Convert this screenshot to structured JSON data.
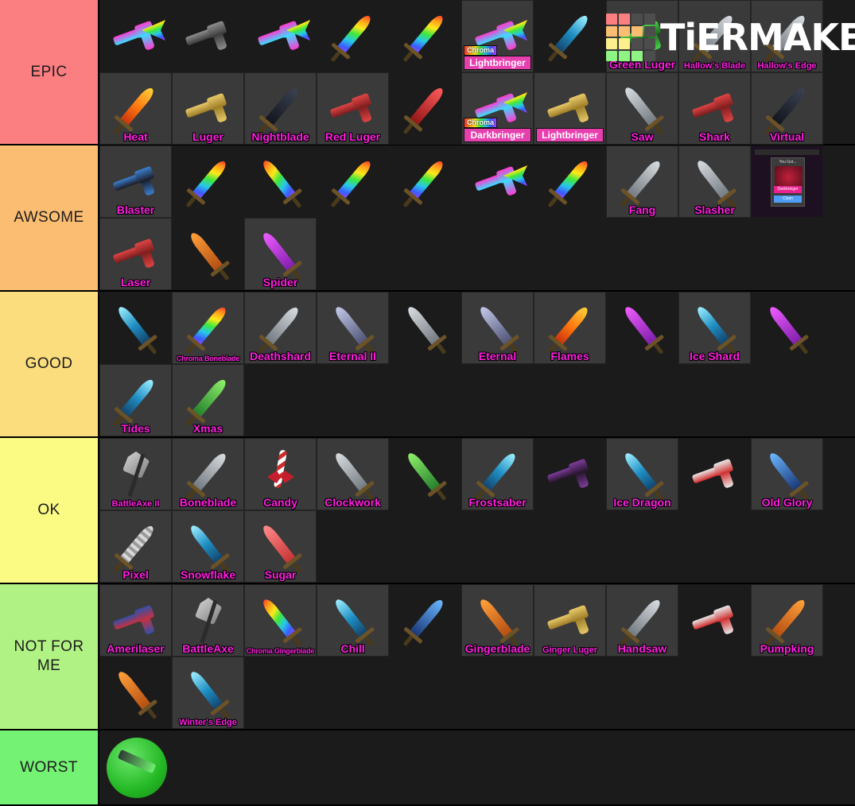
{
  "watermark": {
    "brand": "TiERMAKER",
    "grid_colors": [
      "#fb7e81",
      "#fb7e81",
      "#4d4d4d",
      "#4d4d4d",
      "#fbbd72",
      "#fbbd72",
      "#fbbd72",
      "#4d4d4d",
      "#fbf08b",
      "#fbf08b",
      "#4d4d4d",
      "#4d4d4d",
      "#8ff484",
      "#8ff484",
      "#8ff484",
      "#4d4d4d"
    ]
  },
  "label_color": "#ff1ee0",
  "tiers": [
    {
      "label": "EPIC",
      "color": "#fb7e81",
      "rows": [
        [
          {
            "name": "",
            "art": "gun-rainbow-luger"
          },
          {
            "name": "",
            "art": "gun-laser-rifle"
          },
          {
            "name": "",
            "art": "gun-rainbow-rifle"
          },
          {
            "name": "",
            "art": "blade-rainbow-dark"
          },
          {
            "name": "",
            "art": "blade-rainbow-curved"
          },
          {
            "name": "Lightbringer",
            "plate": true,
            "chroma": "Chroma",
            "art": "gun-chroma-light"
          },
          {
            "name": "",
            "art": "blade-teal"
          },
          {
            "name": "Green Luger",
            "art": "gun-green"
          },
          {
            "name": "Hallow's Blade",
            "size": "s",
            "art": "blade-hallow"
          },
          {
            "name": "Hallow's Edge",
            "size": "s",
            "art": "blade-hallow-edge"
          }
        ],
        [
          {
            "name": "Heat",
            "art": "blade-fire"
          },
          {
            "name": "Luger",
            "art": "gun-gold"
          },
          {
            "name": "Nightblade",
            "art": "blade-black"
          },
          {
            "name": "Red Luger",
            "art": "gun-red"
          },
          {
            "name": "",
            "art": "blade-red"
          },
          {
            "name": "Darkbringer",
            "plate": true,
            "chroma": "Chroma",
            "art": "gun-chroma-dark"
          },
          {
            "name": "Lightbringer",
            "plate": true,
            "art": "gun-gold-white"
          },
          {
            "name": "Saw",
            "art": "blade-saw"
          },
          {
            "name": "Shark",
            "art": "gun-shark"
          },
          {
            "name": "Virtual",
            "art": "blade-virtual"
          }
        ]
      ]
    },
    {
      "label": "AWSOME",
      "color": "#fbbd72",
      "rows": [
        [
          {
            "name": "Blaster",
            "art": "gun-blaster"
          },
          {
            "name": "",
            "art": "blade-rainbow-pink"
          },
          {
            "name": "",
            "art": "blade-spider-rainbow"
          },
          {
            "name": "",
            "art": "blade-rainbow-gold"
          },
          {
            "name": "",
            "art": "blade-rainbow-green"
          },
          {
            "name": "",
            "art": "gun-rainbow-pistol"
          },
          {
            "name": "",
            "art": "blade-rainbow-skull"
          },
          {
            "name": "Fang",
            "art": "blade-fang"
          },
          {
            "name": "Slasher",
            "art": "blade-slasher"
          },
          {
            "name": "",
            "art": "popup-darkbringer",
            "popup": {
              "title": "You Got...",
              "item": "Darkbringer",
              "button": "Claim"
            }
          }
        ],
        [
          {
            "name": "Laser",
            "art": "gun-laser-red"
          },
          {
            "name": "",
            "art": "blade-orange-pumpkin"
          },
          {
            "name": "Spider",
            "art": "blade-spider"
          }
        ]
      ]
    },
    {
      "label": "GOOD",
      "color": "#fbdd7e",
      "rows": [
        [
          {
            "name": "",
            "art": "blade-cyan-spot"
          },
          {
            "name": "Chroma Boneblade",
            "size": "xs",
            "art": "blade-bone-chroma"
          },
          {
            "name": "Deathshard",
            "art": "blade-deathshard"
          },
          {
            "name": "Eternal II",
            "art": "blade-eternal2"
          },
          {
            "name": "",
            "art": "blade-candy-cane-sword"
          },
          {
            "name": "Eternal",
            "art": "blade-eternal"
          },
          {
            "name": "Flames",
            "art": "blade-flames"
          },
          {
            "name": "",
            "art": "blade-amethyst"
          },
          {
            "name": "Ice Shard",
            "art": "blade-iceshard"
          },
          {
            "name": "",
            "art": "blade-magenta"
          }
        ],
        [
          {
            "name": "Tides",
            "art": "blade-tides"
          },
          {
            "name": "Xmas",
            "art": "blade-xmas-tree"
          }
        ]
      ]
    },
    {
      "label": "OK",
      "color": "#fbfb84",
      "rows": [
        [
          {
            "name": "BattleAxe II",
            "size": "s",
            "art": "axe-battle2"
          },
          {
            "name": "Boneblade",
            "art": "blade-bone"
          },
          {
            "name": "Candy",
            "art": "candy-cane"
          },
          {
            "name": "Clockwork",
            "art": "blade-clockwork"
          },
          {
            "name": "",
            "art": "blade-green-vine"
          },
          {
            "name": "Frostsaber",
            "art": "blade-frostsaber"
          },
          {
            "name": "",
            "art": "gun-void"
          },
          {
            "name": "Ice Dragon",
            "art": "blade-icedragon"
          },
          {
            "name": "",
            "art": "gun-candy"
          },
          {
            "name": "Old Glory",
            "art": "blade-oldglory"
          }
        ],
        [
          {
            "name": "Pixel",
            "art": "blade-pixel"
          },
          {
            "name": "Snowflake",
            "art": "blade-snowflake"
          },
          {
            "name": "Sugar",
            "art": "blade-sugar"
          }
        ]
      ]
    },
    {
      "label": "NOT FOR ME",
      "color": "#b1f285",
      "rows": [
        [
          {
            "name": "Amerilaser",
            "art": "gun-amerilaser"
          },
          {
            "name": "BattleAxe",
            "art": "axe-battle"
          },
          {
            "name": "Chroma Gingerblade",
            "size": "xs",
            "art": "blade-gingerbread-chroma"
          },
          {
            "name": "Chill",
            "art": "blade-chill"
          },
          {
            "name": "",
            "art": "blade-blue-dark"
          },
          {
            "name": "Gingerblade",
            "art": "blade-gingerbread"
          },
          {
            "name": "Ginger Luger",
            "size": "s",
            "art": "gun-ginger"
          },
          {
            "name": "Handsaw",
            "art": "blade-handsaw"
          },
          {
            "name": "",
            "art": "gun-candy-revolver"
          },
          {
            "name": "Pumpking",
            "art": "blade-pumpking"
          }
        ],
        [
          {
            "name": "",
            "art": "blade-yellow-pumpkin"
          },
          {
            "name": "Winter's Edge",
            "size": "s",
            "art": "blade-winters-edge"
          }
        ]
      ]
    },
    {
      "label": "WORST",
      "color": "#74f274",
      "rows": [
        [
          {
            "name": "",
            "art": "orb-green-blade"
          }
        ]
      ]
    }
  ]
}
